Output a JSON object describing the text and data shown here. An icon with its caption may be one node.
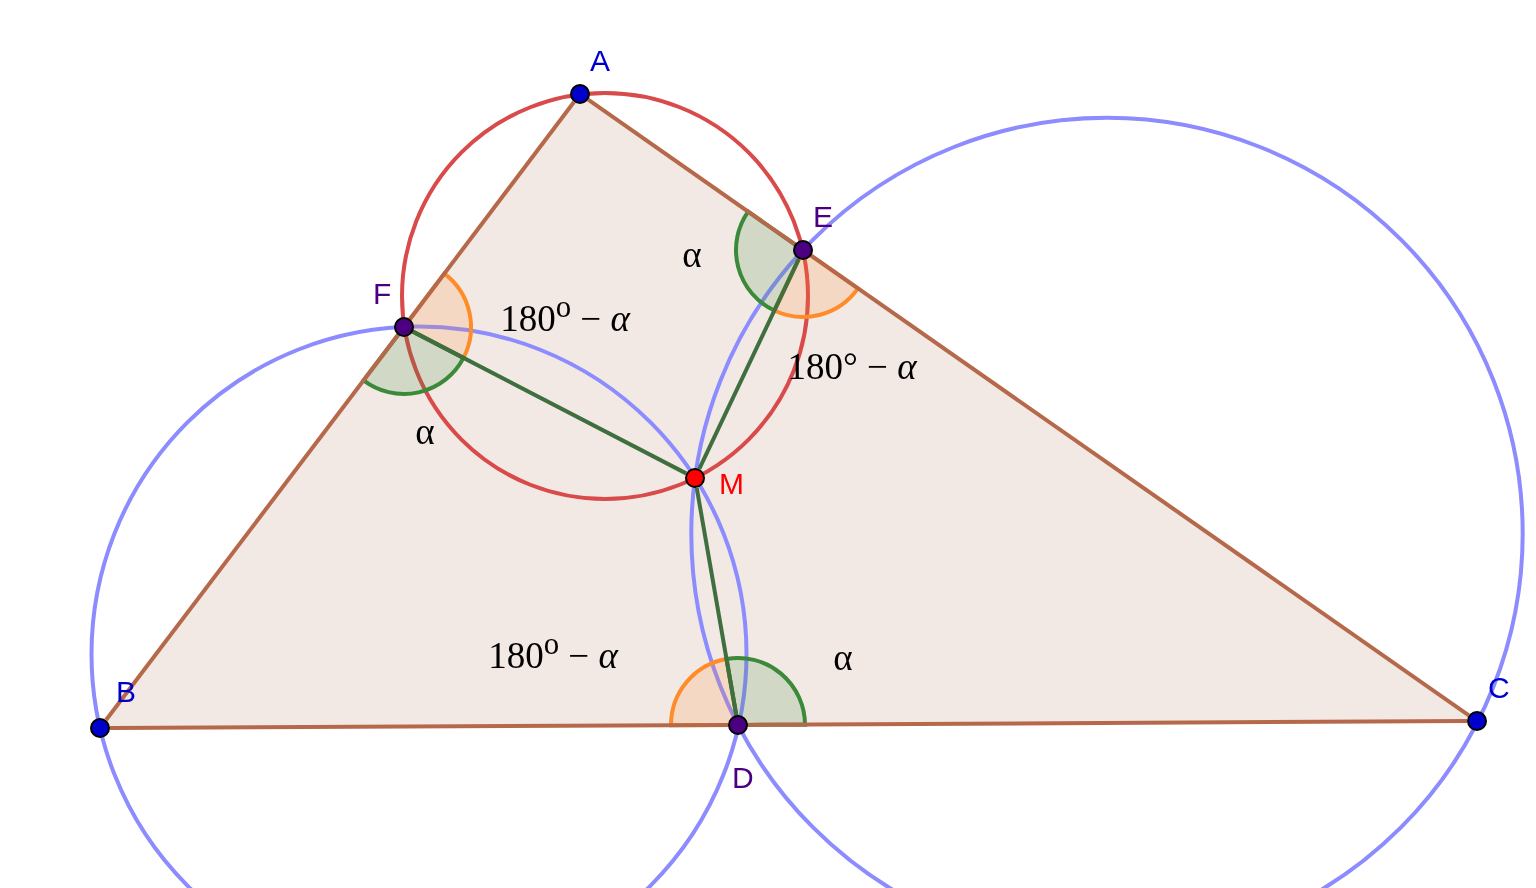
{
  "diagram": {
    "nodes": [
      {
        "text": [
          "A"
        ]
      },
      {
        "text": [
          "E"
        ]
      },
      {
        "text": [
          "F"
        ]
      },
      {
        "text": [
          "M"
        ]
      },
      {
        "text": [
          "B"
        ]
      },
      {
        "text": [
          "C"
        ]
      },
      {
        "text": [
          "D"
        ]
      }
    ],
    "edges": [
      {
        "from": 0,
        "to": 2,
        "arrow": "none"
      },
      {
        "from": 2,
        "to": 4,
        "arrow": "none"
      },
      {
        "from": 4,
        "to": 6,
        "arrow": "none"
      },
      {
        "from": 6,
        "to": 5,
        "arrow": "none"
      },
      {
        "from": 5,
        "to": 1,
        "arrow": "none"
      },
      {
        "from": 1,
        "to": 0,
        "arrow": "none"
      },
      {
        "from": 2,
        "to": 3,
        "arrow": "none",
        "color": "#3f6e3f"
      },
      {
        "from": 1,
        "to": 3,
        "arrow": "none",
        "color": "#3f6e3f"
      },
      {
        "from": 6,
        "to": 3,
        "arrow": "none",
        "color": "#3f6e3f"
      }
    ],
    "labels": [
      "α",
      "180$^{o}$ − *α*",
      "180° − *α*",
      "α",
      "180$^{o}$ − *α*",
      "α"
    ]
  }
}
